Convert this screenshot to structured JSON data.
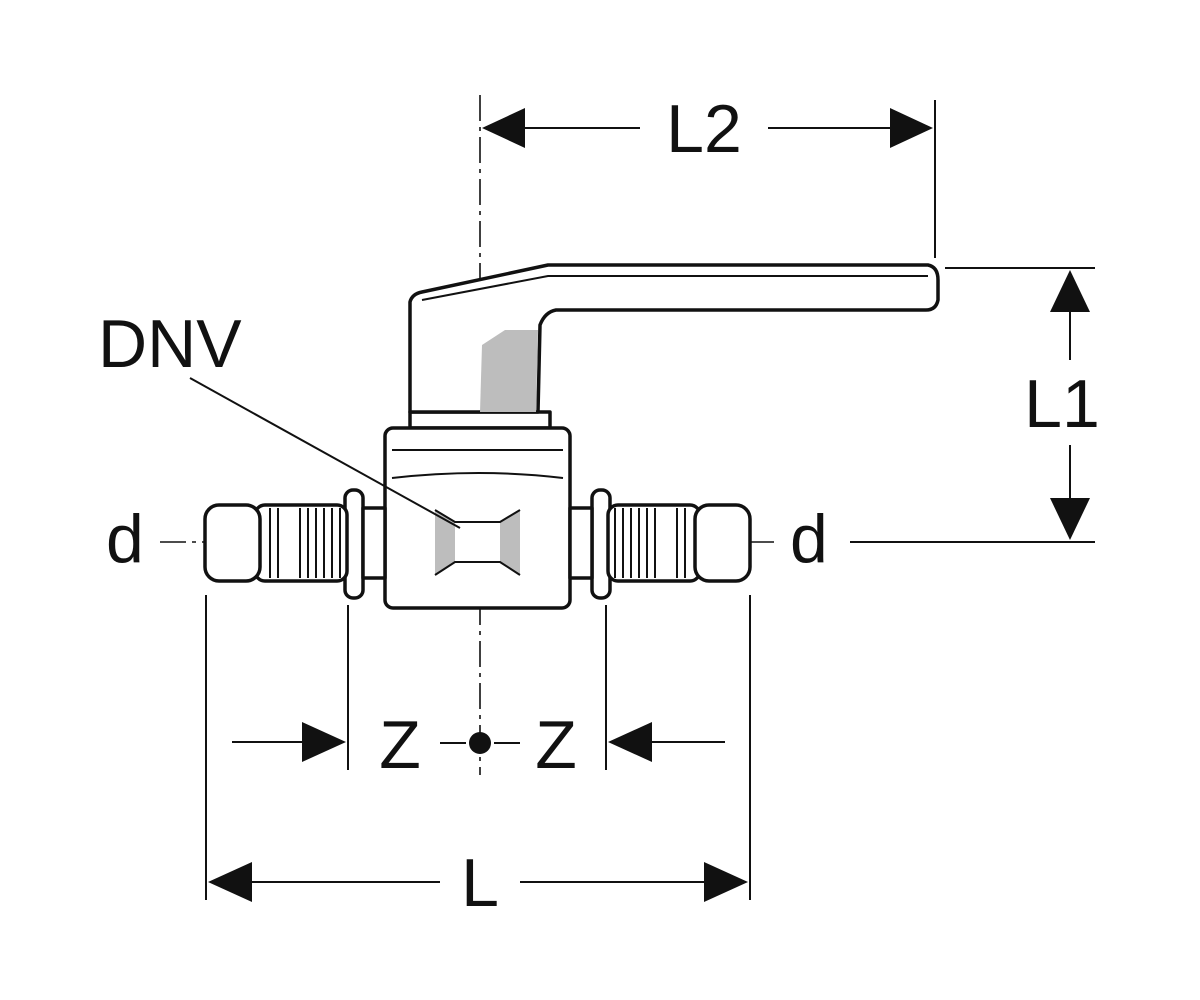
{
  "labels": {
    "l2": "L2",
    "l1": "L1",
    "dnv": "DNV",
    "d_left": "d",
    "d_right": "d",
    "z_left": "Z",
    "z_right": "Z",
    "l": "L"
  },
  "colors": {
    "stroke": "#111111",
    "background": "#ffffff",
    "shading": "#bdbdbd"
  }
}
